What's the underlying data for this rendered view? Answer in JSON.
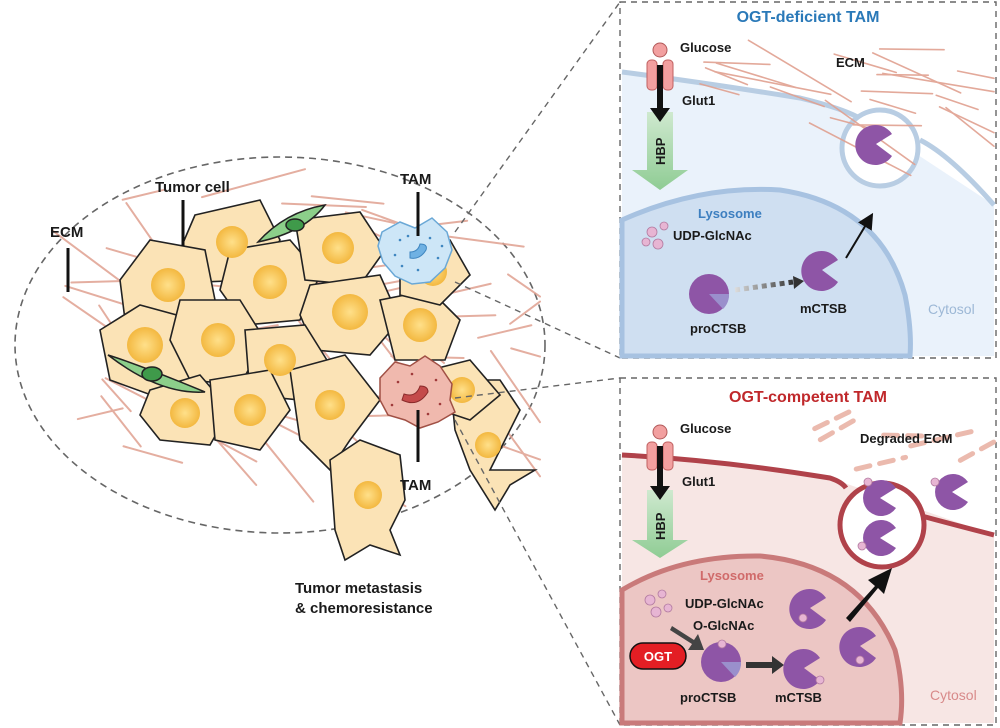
{
  "left": {
    "ecm_label": "ECM",
    "tumor_cell_label": "Tumor cell",
    "tam_top_label": "TAM",
    "tam_bottom_label": "TAM",
    "caption_line1": "Tumor metastasis",
    "caption_line2": "& chemoresistance"
  },
  "deficient_panel": {
    "title": "OGT-deficient TAM",
    "glucose": "Glucose",
    "ecm": "ECM",
    "glut1": "Glut1",
    "hbp": "HBP",
    "lysosome": "Lysosome",
    "udp_glcnac": "UDP-GlcNAc",
    "mctsb": "mCTSB",
    "proctsb": "proCTSB",
    "cytosol": "Cytosol"
  },
  "competent_panel": {
    "title": "OGT-competent TAM",
    "glucose": "Glucose",
    "degraded_ecm": "Degraded ECM",
    "glut1": "Glut1",
    "hbp": "HBP",
    "lysosome": "Lysosome",
    "udp_glcnac": "UDP-GlcNAc",
    "o_glcnac": "O-GlcNAc",
    "ogt": "OGT",
    "proctsb": "proCTSB",
    "mctsb": "mCTSB",
    "cytosol": "Cytosol"
  },
  "colors": {
    "deficient_title": "#2a79b8",
    "competent_title": "#c0282b",
    "fiber": "#e0a090",
    "tumor_cell_fill": "#fbe3b6",
    "nucleus": "#f7c45a",
    "cathepsin": "#8e55a6",
    "hbp_arrow": "#9fd4a2"
  }
}
